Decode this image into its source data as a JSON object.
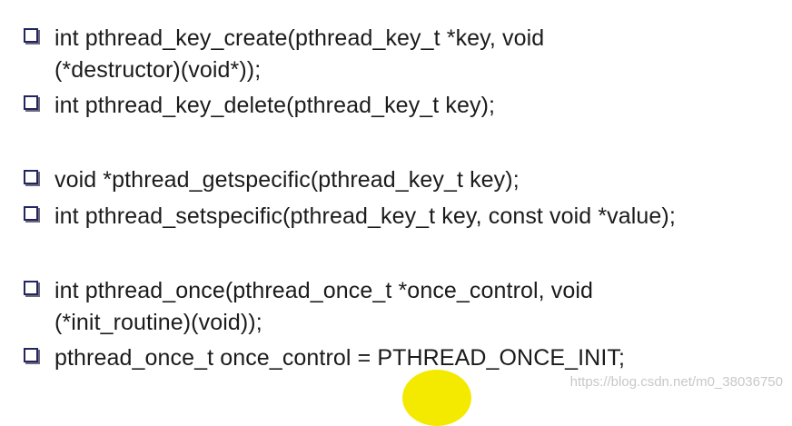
{
  "items": [
    {
      "text": "int pthread_key_create(pthread_key_t *key, void\n(*destructor)(void*));"
    },
    {
      "text": "int pthread_key_delete(pthread_key_t key);"
    },
    {
      "text": "void *pthread_getspecific(pthread_key_t key);"
    },
    {
      "text": "int pthread_setspecific(pthread_key_t key, const void *value);"
    },
    {
      "text": "int pthread_once(pthread_once_t *once_control, void\n(*init_routine)(void));"
    },
    {
      "text": "pthread_once_t once_control = PTHREAD_ONCE_INIT;"
    }
  ],
  "watermark": "https://blog.csdn.net/m0_38036750",
  "colors": {
    "bullet_border": "#23255e",
    "text": "#1b1b1b",
    "pointer": "#f4ea00",
    "watermark": "#c8c8c8"
  },
  "icons": {
    "bullet": "square-bullet-icon"
  }
}
